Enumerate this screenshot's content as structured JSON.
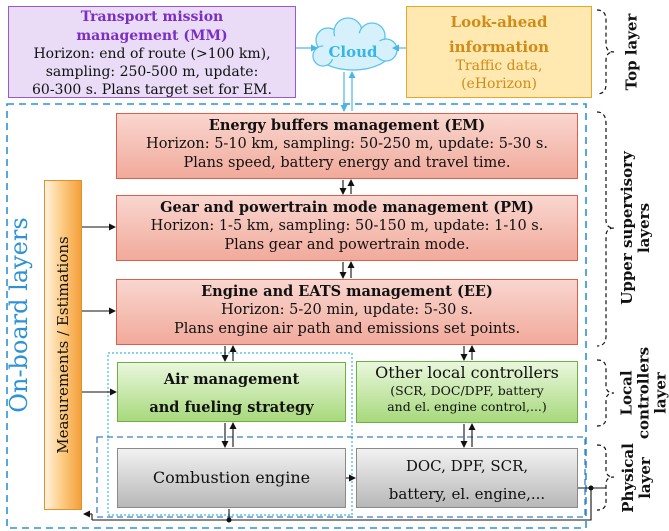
{
  "mm": {
    "title_line1": "Transport mission",
    "title_line2": "management (MM)",
    "line1": "Horizon: end of route (>100 km),",
    "line2": "sampling: 250-500 m, update:",
    "line3": "60-300 s. Plans target set for EM."
  },
  "cloud": {
    "label": "Cloud"
  },
  "lookahead": {
    "title_line1": "Look-ahead",
    "title_line2": "information",
    "line1": "Traffic data,",
    "line2": "(eHorizon)"
  },
  "em": {
    "title": "Energy buffers management (EM)",
    "line1": "Horizon: 5-10 km, sampling: 50-250 m, update: 5-30 s.",
    "line2": "Plans speed, battery energy and travel time."
  },
  "pm": {
    "title": "Gear and powertrain mode management (PM)",
    "line1": "Horizon: 1-5 km, sampling: 50-150 m, update: 1-10 s.",
    "line2": "Plans gear and powertrain mode."
  },
  "ee": {
    "title": "Engine and EATS management (EE)",
    "line1": "Horizon: 5-20 min, update: 5-30 s.",
    "line2": "Plans engine air path and emissions set points."
  },
  "air": {
    "line1": "Air management",
    "line2": "and fueling strategy"
  },
  "olc": {
    "title": "Other local controllers",
    "line1": "(SCR, DOC/DPF, battery",
    "line2": "and el. engine control,...)"
  },
  "ce": {
    "title": "Combustion engine"
  },
  "doc": {
    "line1": "DOC, DPF, SCR,",
    "line2": "battery, el. engine,..."
  },
  "measurements": {
    "label": "Measurements / Estimations"
  },
  "onboard": {
    "label": "On-board layers"
  },
  "layers": {
    "top": "Top layer",
    "upper_line1": "Upper supervisory",
    "upper_line2": "layers",
    "local_line1": "Local",
    "local_line2": "controllers",
    "local_line3": "layer",
    "physical_line1": "Physical",
    "physical_line2": "layer"
  },
  "colors": {
    "mm_accent": "#7a2fc2",
    "lookahead_accent": "#d08b17",
    "onboard_blue": "#2e93d6",
    "cloud": "#35b6e6",
    "supervisory_red": "#d9604c",
    "local_green": "#6fae45"
  }
}
